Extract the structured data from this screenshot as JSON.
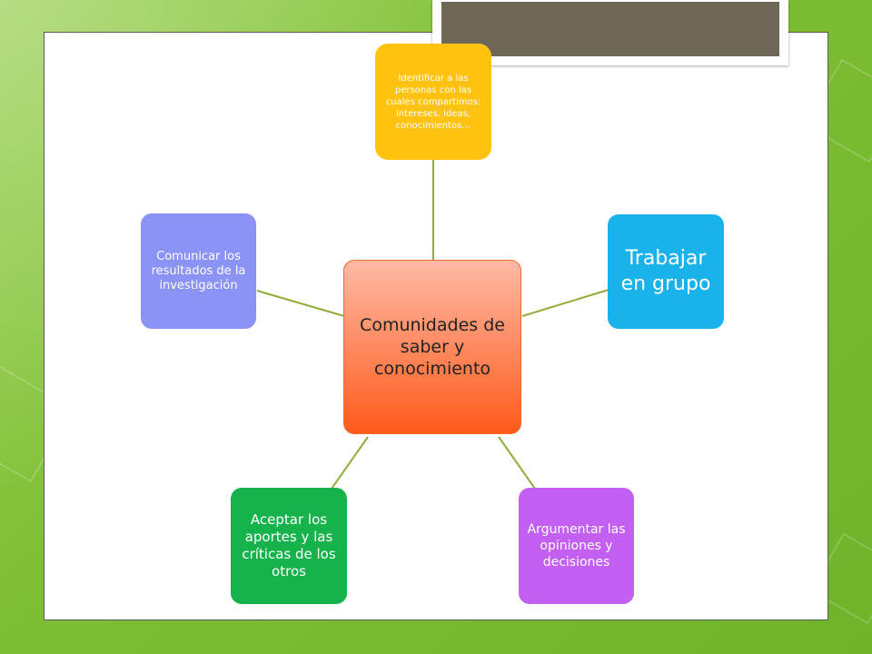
{
  "diagram": {
    "center": {
      "label": "Comunidades de saber y conocimiento"
    },
    "nodes": [
      {
        "label": "Identificar a las personas con las cuales compartimos: intereses, ideas, conocimientos…"
      },
      {
        "label": "Trabajar en grupo"
      },
      {
        "label": "Argumentar las opiniones y decisiones"
      },
      {
        "label": "Aceptar los aportes y las críticas de los otros"
      },
      {
        "label": "Comunicar los resultados de la investigación"
      }
    ]
  },
  "colors": {
    "background": "#8cc63f",
    "center_fill": "#ff7a40",
    "node_top": "#ffc20e",
    "node_right": "#1ab2ea",
    "node_bottom_right": "#c45ff4",
    "node_bottom_left": "#16b24b",
    "node_left": "#8b93f7",
    "connector": "#8fae3a",
    "title_box": "#6e6657"
  }
}
